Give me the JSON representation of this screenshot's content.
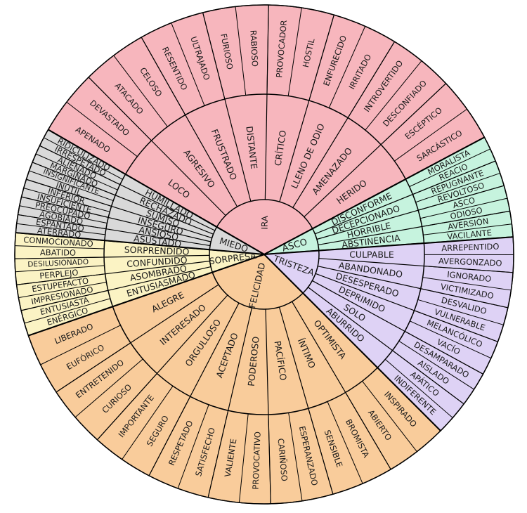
{
  "wheel": {
    "emotions": [
      {
        "name": "IRA",
        "color": "#f7b6bd",
        "secondary": [
          "LOCO",
          "AGRESIVO",
          "FRUSTRADO",
          "DISTANTE",
          "CRÍTICO",
          "LLENO DE ODIO",
          "AMENAZADO",
          "HERIDO"
        ],
        "tertiary": [
          "APENADO",
          "DEVASTADO",
          "ATACADO",
          "CELOSO",
          "RESENTIDO",
          "ULTRAJADO",
          "FURIOSO",
          "RABIOSO",
          "PROVOCADOR",
          "HOSTIL",
          "ENFURECIDO",
          "IRRITADO",
          "INTROVERTIDO",
          "DESCONFIADO",
          "ESCÉPTICO",
          "SARCÁSTICO"
        ]
      },
      {
        "name": "ASCO",
        "color": "#c6f3de",
        "secondary": [
          "DISCONFORME",
          "DECEPCIONADO",
          "HORRIBLE",
          "ABSTINENCIA"
        ],
        "tertiary": [
          "MORALISTA",
          "REACIO",
          "REPUGNANTE",
          "REVOLTOSO",
          "ASCO",
          "ODIOSO",
          "AVERSIÓN",
          "VACILANTE"
        ]
      },
      {
        "name": "TRISTEZA",
        "color": "#ded2f5",
        "secondary": [
          "CULPABLE",
          "ABANDONADO",
          "DESESPERADO",
          "DEPRIMIDO",
          "SOLO",
          "ABURRIDO"
        ],
        "tertiary": [
          "ARREPENTIDO",
          "AVERGONZADO",
          "IGNORADO",
          "VICTIMIZADO",
          "DESVALIDO",
          "VULNERABLE",
          "MELANCÓLICO",
          "VACÍO",
          "DESAMPARADO",
          "AISLADO",
          "APÁTICO",
          "INDIFERENTE"
        ]
      },
      {
        "name": "FELICIDAD",
        "color": "#f9cc9b",
        "secondary": [
          "OPTIMISTA",
          "ÍNTIMO",
          "PACÍFICO",
          "PODEROSO",
          "ACEPTADO",
          "ORGULLOSO",
          "INTERESADO",
          "ALEGRE"
        ],
        "tertiary": [
          "INSPIRADO",
          "ABIERTO",
          "BROMISTA",
          "SENSIBLE",
          "ESPERANZADO",
          "CARIÑOSO",
          "PROVOCATIVO",
          "VALIENTE",
          "SATISFECHO",
          "RESPETADO",
          "SEGURO",
          "IMPORTANTE",
          "CURIOSO",
          "ENTRETENIDO",
          "EUFÓRICO",
          "LIBERADO"
        ]
      },
      {
        "name": "SORPRESA",
        "color": "#fbf3c4",
        "secondary": [
          "ENTUSIASMADO",
          "ASOMBRADO",
          "CONFUNDIDO",
          "SORPRENDIDO"
        ],
        "tertiary": [
          "ENÉRGICO",
          "ENTUSIASTA",
          "IMPRESIONADO",
          "ESTUPEFACTO",
          "PERPLEJO",
          "DESILUSIONADO",
          "ABATIDO",
          "CONMOCIONADO"
        ]
      },
      {
        "name": "MIEDO",
        "color": "#d9d9d9",
        "secondary": [
          "ASUSTADO",
          "ANSIOSO",
          "INSEGURO",
          "SUMISO",
          "RECHAZADO",
          "HUMILLADO"
        ],
        "tertiary": [
          "ATERRADO",
          "ESPANTADO",
          "AGOBIADO",
          "PREOCUPADO",
          "INSUFICIENTE",
          "INFERIOR",
          "INÚTIL",
          "INSIGNIFICANTE",
          "MARGINADO",
          "ALIENADO",
          "IRRESPETADO",
          "RIDICULIZADO"
        ]
      }
    ]
  }
}
